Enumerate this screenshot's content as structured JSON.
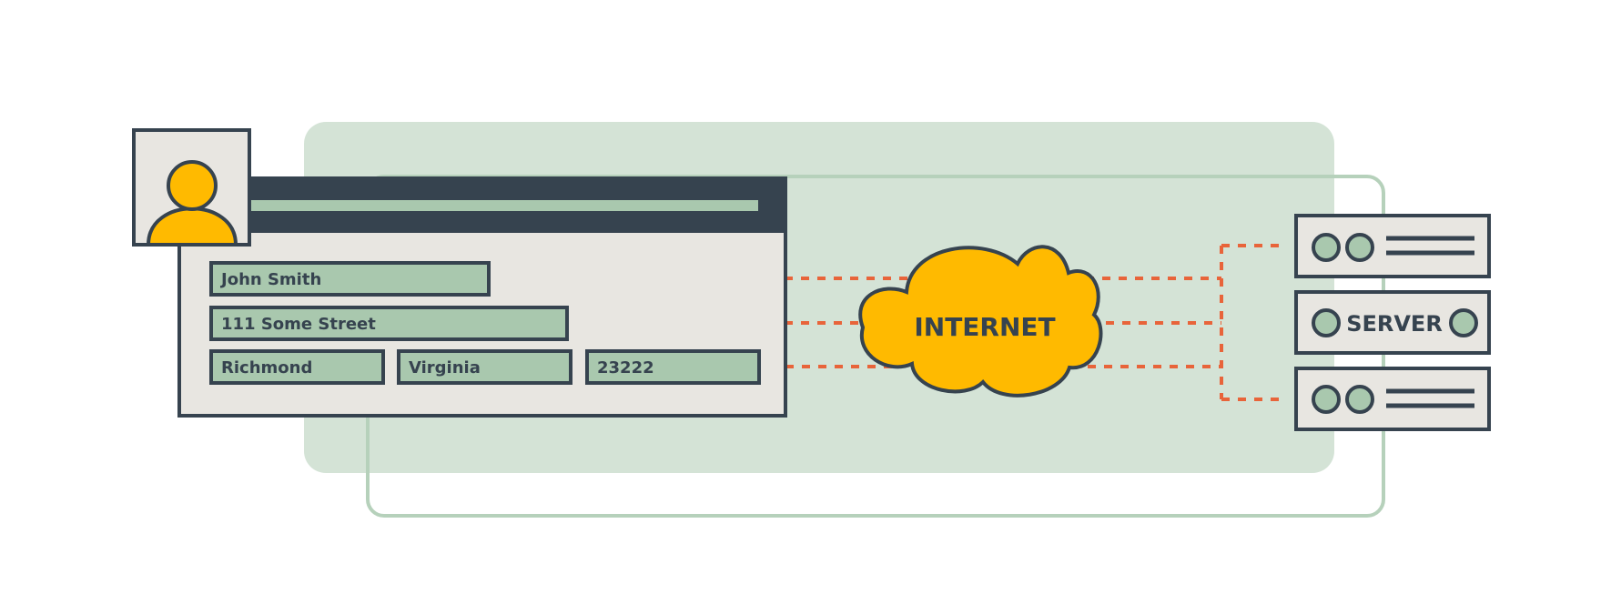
{
  "form": {
    "name": "John Smith",
    "street": "111 Some Street",
    "city": "Richmond",
    "state": "Virginia",
    "zip": "23222"
  },
  "cloud": {
    "label": "INTERNET"
  },
  "server": {
    "label": "SERVER"
  },
  "icons": {
    "user": "user-avatar-icon",
    "cloud": "cloud-icon",
    "server": "server-stack-icon"
  },
  "colors": {
    "dark": "#36434f",
    "panel_green": "#d4e3d6",
    "field_green": "#a9c8ae",
    "outline_green": "#b6d1bb",
    "form_bg": "#e8e6e1",
    "accent_yellow": "#ffba00",
    "connector_orange": "#e8643a"
  }
}
